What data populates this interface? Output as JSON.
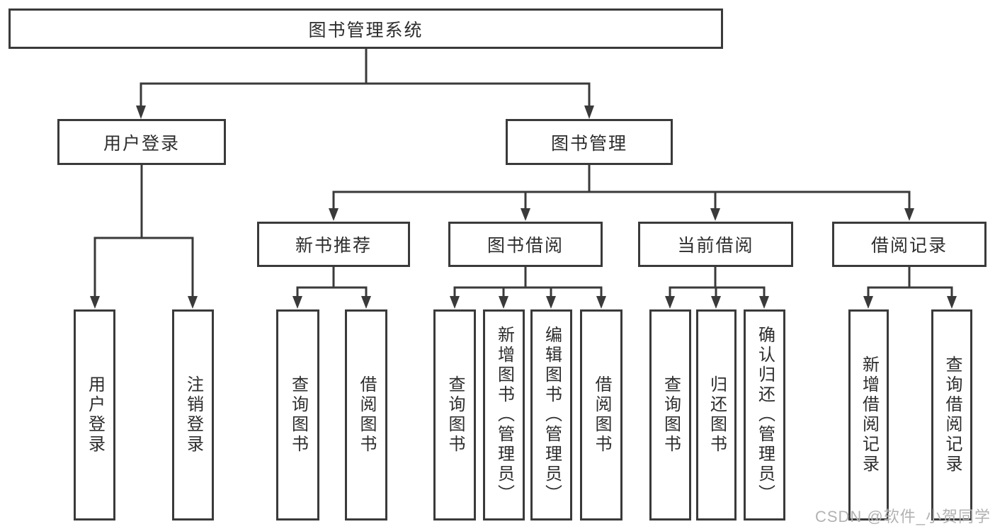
{
  "diagram": {
    "type": "hierarchy-tree",
    "colors": {
      "line": "#3a3a3a",
      "box_border": "#3a3a3a",
      "text": "#2d2d2d",
      "background": "#ffffff",
      "watermark": "#b2b2b2"
    },
    "tree": {
      "label": "图书管理系统",
      "children": [
        {
          "label": "用户登录",
          "children": [
            {
              "label": "用户登录"
            },
            {
              "label": "注销登录"
            }
          ]
        },
        {
          "label": "图书管理",
          "children": [
            {
              "label": "新书推荐",
              "children": [
                {
                  "label": "查询图书"
                },
                {
                  "label": "借阅图书"
                }
              ]
            },
            {
              "label": "图书借阅",
              "children": [
                {
                  "label": "查询图书"
                },
                {
                  "label": "新增图书（管理员）"
                },
                {
                  "label": "编辑图书（管理员）"
                },
                {
                  "label": "借阅图书"
                }
              ]
            },
            {
              "label": "当前借阅",
              "children": [
                {
                  "label": "查询图书"
                },
                {
                  "label": "归还图书"
                },
                {
                  "label": "确认归还（管理员）"
                }
              ]
            },
            {
              "label": "借阅记录",
              "children": [
                {
                  "label": "新增借阅记录"
                },
                {
                  "label": "查询借阅记录"
                }
              ]
            }
          ]
        }
      ]
    },
    "watermark": {
      "text": "CSDN @软件_小贺同学"
    }
  }
}
